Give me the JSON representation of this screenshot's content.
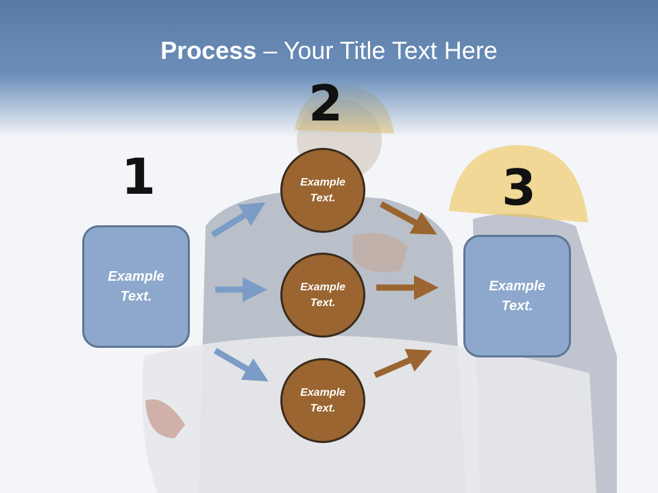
{
  "title": {
    "bold": "Process",
    "rest": " – Your Title Text Here"
  },
  "steps": [
    {
      "number": "1",
      "label": "Example Text."
    },
    {
      "number": "2",
      "labels": [
        "Example Text.",
        "Example Text.",
        "Example Text."
      ]
    },
    {
      "number": "3",
      "label": "Example Text."
    }
  ],
  "colors": {
    "box_fill": "#8da8cc",
    "box_border": "#5f7595",
    "circle_fill": "#9a6530",
    "circle_border": "#3a2a1c",
    "blue_arrow": "#7b9cc7",
    "brown_arrow": "#9a6530",
    "header": "#5a7aa3"
  }
}
